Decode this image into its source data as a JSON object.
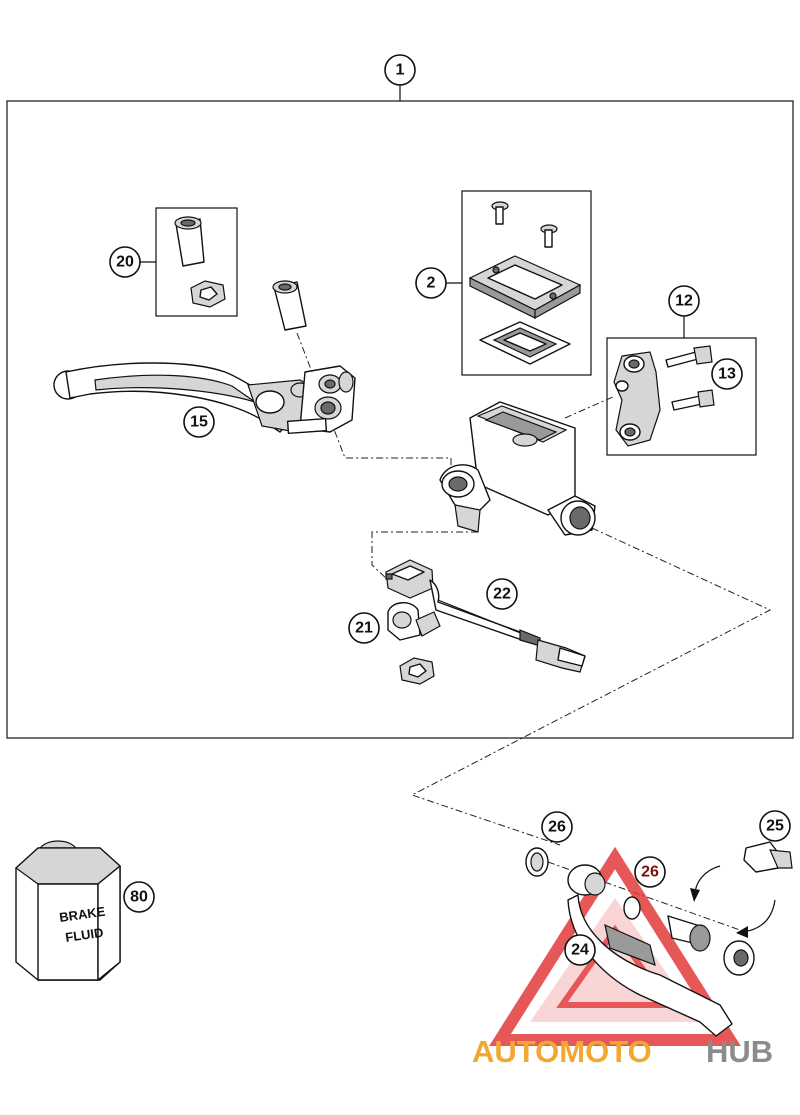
{
  "callouts": {
    "c1": "1",
    "c2": "2",
    "c12": "12",
    "c13": "13",
    "c15": "15",
    "c20": "20",
    "c21": "21",
    "c22": "22",
    "c24": "24",
    "c25": "25",
    "c26a": "26",
    "c26b": "26",
    "c80": "80"
  },
  "bottle": {
    "line1": "BRAKE",
    "line2": "FLUID"
  },
  "watermark": {
    "part1": "AUTOMOTO",
    "part2": "HUB",
    "color_primary": "#f0a832",
    "color_secondary": "#8c8c8c",
    "triangle_color": "#e23b3b"
  }
}
